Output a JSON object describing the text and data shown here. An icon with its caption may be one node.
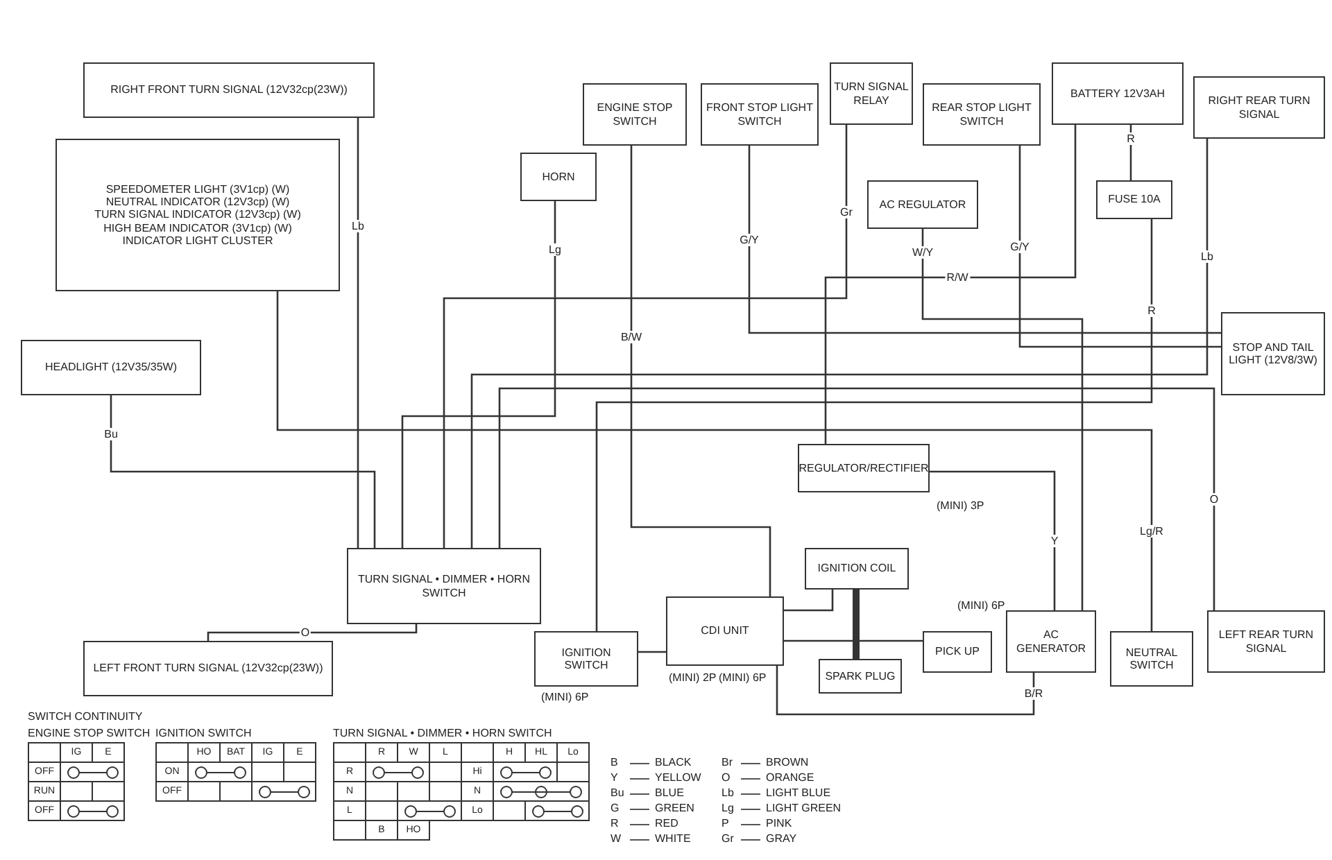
{
  "diagram": {
    "nodes": [
      {
        "text": [
          "RIGHT FRONT TURN SIGNAL (12V32cp(23W))"
        ]
      },
      {
        "text": [
          "SPEEDOMETER LIGHT (3V1cp) (W)",
          "NEUTRAL INDICATOR (12V3cp) (W)",
          "TURN SIGNAL INDICATOR (12V3cp) (W)",
          "HIGH BEAM INDICATOR (3V1cp) (W)",
          "INDICATOR LIGHT CLUSTER"
        ]
      },
      {
        "text": [
          "HEADLIGHT (12V35/35W)"
        ]
      },
      {
        "text": [
          "LEFT FRONT TURN SIGNAL (12V32cp(23W))"
        ]
      },
      {
        "text": [
          "HORN"
        ]
      },
      {
        "text": [
          "ENGINE STOP SWITCH"
        ]
      },
      {
        "text": [
          "FRONT STOP LIGHT SWITCH"
        ]
      },
      {
        "text": [
          "TURN SIGNAL RELAY"
        ]
      },
      {
        "text": [
          "REAR STOP LIGHT SWITCH"
        ]
      },
      {
        "text": [
          "BATTERY 12V3AH"
        ]
      },
      {
        "text": [
          "AC REGULATOR"
        ]
      },
      {
        "text": [
          "FUSE 10A"
        ]
      },
      {
        "text": [
          "RIGHT REAR TURN SIGNAL"
        ]
      },
      {
        "text": [
          "STOP AND TAIL LIGHT (12V8/3W)"
        ]
      },
      {
        "text": [
          "LEFT REAR TURN SIGNAL"
        ]
      },
      {
        "text": [
          "TURN SIGNAL • DIMMER • HORN SWITCH"
        ]
      },
      {
        "text": [
          "IGNITION SWITCH"
        ]
      },
      {
        "text": [
          "CDI UNIT"
        ]
      },
      {
        "text": [
          "IGNITION COIL"
        ]
      },
      {
        "text": [
          "SPARK PLUG"
        ]
      },
      {
        "text": [
          "REGULATOR/RECTIFIER"
        ]
      },
      {
        "text": [
          "PICK UP"
        ]
      },
      {
        "text": [
          "AC GENERATOR"
        ]
      },
      {
        "text": [
          "NEUTRAL SWITCH"
        ]
      }
    ],
    "edges": [
      {
        "from": 0,
        "to": 15,
        "arrow": "none",
        "label": "Lb"
      },
      {
        "from": 3,
        "to": 15,
        "arrow": "none",
        "label": "O"
      },
      {
        "from": 2,
        "to": 15,
        "arrow": "none",
        "label": "Bu"
      },
      {
        "from": 4,
        "to": 15,
        "arrow": "none",
        "label": "Lg"
      },
      {
        "from": 5,
        "to": 17,
        "arrow": "none",
        "label": "B/W"
      },
      {
        "from": 6,
        "to": 13,
        "arrow": "none",
        "label": "G/Y"
      },
      {
        "from": 8,
        "to": 13,
        "arrow": "none",
        "label": "G/Y"
      },
      {
        "from": 7,
        "to": 15,
        "arrow": "none",
        "label": "Gr"
      },
      {
        "from": 9,
        "to": 11,
        "arrow": "none",
        "label": "R"
      },
      {
        "from": 11,
        "to": 16,
        "arrow": "none",
        "label": "R"
      },
      {
        "from": 12,
        "to": 15,
        "arrow": "none",
        "label": "Lb"
      },
      {
        "from": 14,
        "to": 15,
        "arrow": "none",
        "label": "O"
      },
      {
        "from": 16,
        "to": 17,
        "arrow": "none"
      },
      {
        "from": 17,
        "to": 18,
        "arrow": "none"
      },
      {
        "from": 18,
        "to": 19,
        "arrow": "none",
        "style": "thick"
      },
      {
        "from": 21,
        "to": 17,
        "arrow": "none"
      },
      {
        "from": 22,
        "to": 17,
        "arrow": "none",
        "label": "B/R"
      },
      {
        "from": 22,
        "to": 20,
        "arrow": "none",
        "label": "Y"
      },
      {
        "from": 20,
        "to": 9,
        "arrow": "none",
        "label": "R/W"
      },
      {
        "from": 23,
        "to": 1,
        "arrow": "none",
        "label": "Lg/R"
      },
      {
        "from": 10,
        "to": 22,
        "arrow": "none",
        "label": "W/Y"
      }
    ],
    "labels": [
      "(MINI) 6P",
      "(MINI) 2P",
      "(MINI) 6P",
      "(MINI) 3P",
      "(MINI) 6P",
      "SWITCH CONTINUITY",
      "ENGINE STOP SWITCH",
      "IG",
      "E",
      "OFF",
      "RUN",
      "OFF",
      "IGNITION SWITCH",
      "HO",
      "BAT",
      "IG",
      "E",
      "ON",
      "OFF",
      "TURN SIGNAL • DIMMER • HORN SWITCH",
      "R",
      "W",
      "L",
      "H",
      "HL",
      "Lo",
      "R",
      "Hi",
      "N",
      "N",
      "L",
      "Lo",
      "B",
      "HO",
      "B",
      "BLACK",
      "Br",
      "BROWN",
      "Y",
      "YELLOW",
      "O",
      "ORANGE",
      "Bu",
      "BLUE",
      "Lb",
      "LIGHT BLUE",
      "G",
      "GREEN",
      "Lg",
      "LIGHT GREEN",
      "R",
      "RED",
      "P",
      "PINK",
      "W",
      "WHITE",
      "Gr",
      "GRAY"
    ]
  }
}
